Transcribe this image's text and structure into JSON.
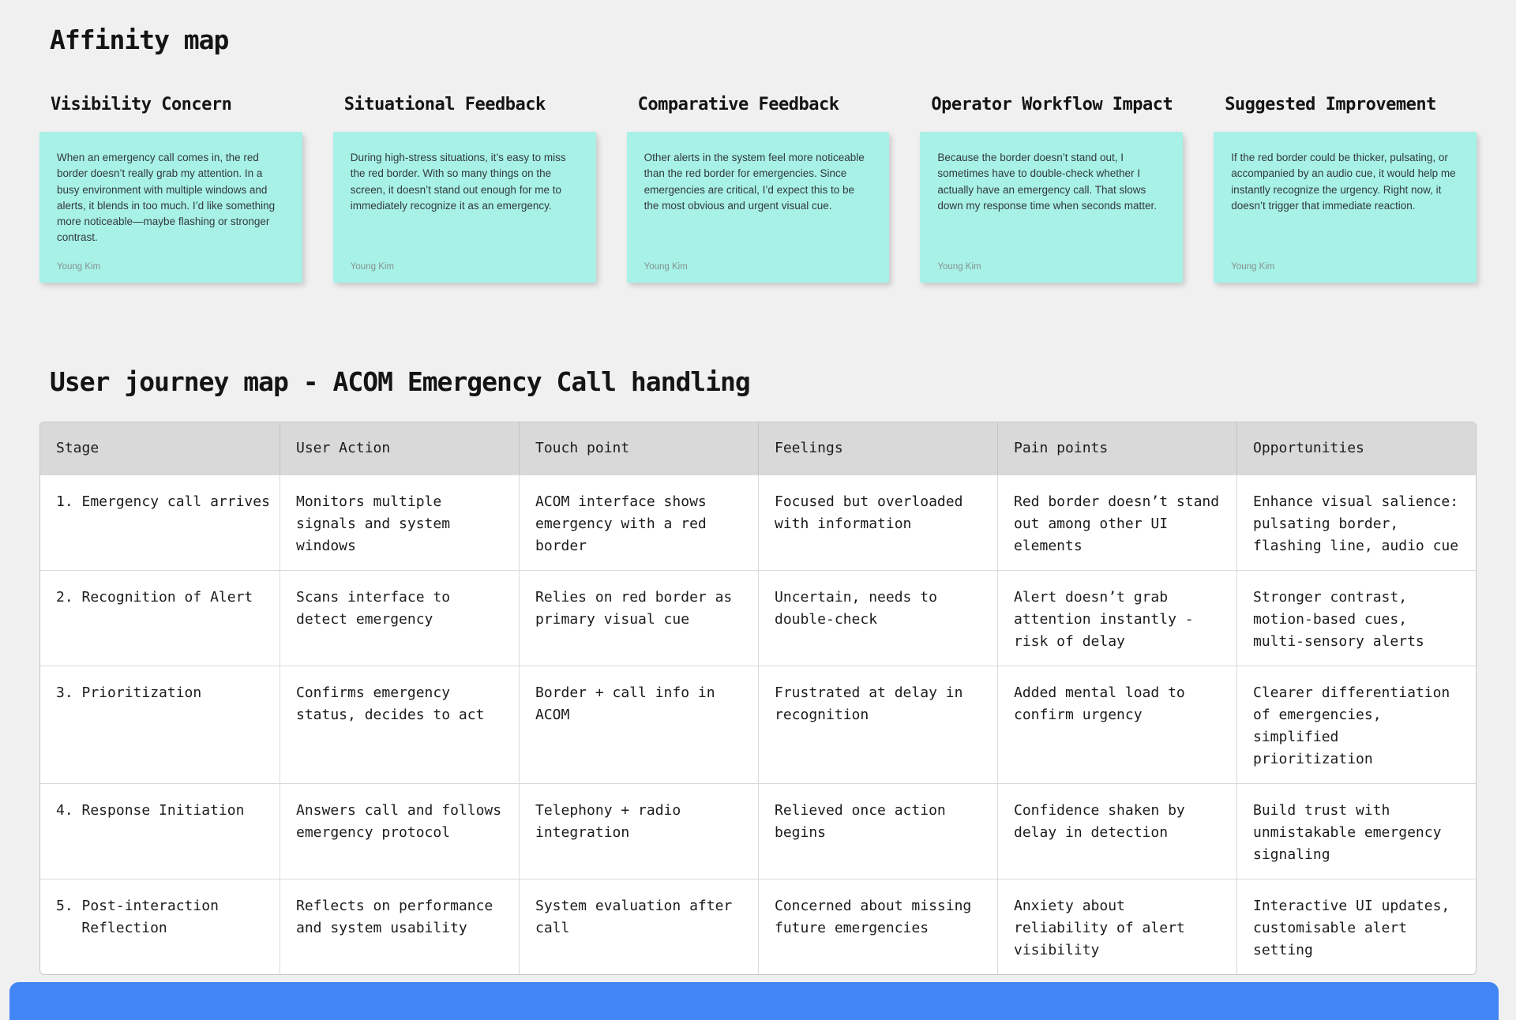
{
  "affinity": {
    "title": "Affinity map",
    "groups": [
      {
        "header": "Visibility Concern",
        "note_text": "When an emergency call comes in, the red border doesn’t really grab my attention. In a busy environment with multiple windows and alerts, it blends in too much. I’d like something more noticeable—maybe flashing or stronger contrast.",
        "author": "Young Kim"
      },
      {
        "header": "Situational Feedback",
        "note_text": "During high-stress situations, it’s easy to miss the red border. With so many things on the screen, it doesn’t stand out enough for me to immediately recognize it as an emergency.",
        "author": "Young Kim"
      },
      {
        "header": "Comparative Feedback",
        "note_text": "Other alerts in the system feel more noticeable than the red border for emergencies. Since emergencies are critical, I’d expect this to be the most obvious and urgent visual cue.",
        "author": "Young Kim"
      },
      {
        "header": "Operator Workflow Impact",
        "note_text": "Because the border doesn’t stand out, I sometimes have to double-check whether I actually have an emergency call. That slows down my response time when seconds matter.",
        "author": "Young Kim"
      },
      {
        "header": "Suggested Improvement",
        "note_text": "If the red border could be thicker, pulsating, or accompanied by an audio cue, it would help me instantly recognize the urgency. Right now, it doesn’t trigger that immediate reaction.",
        "author": "Young Kim"
      }
    ]
  },
  "journey": {
    "title": "User journey map - ACOM Emergency Call handling",
    "headers": [
      "Stage",
      "User Action",
      "Touch point",
      "Feelings",
      "Pain points",
      "Opportunities"
    ],
    "rows": [
      {
        "stage": "1. Emergency call arrives",
        "user_action": "Monitors multiple signals and system windows",
        "touch_point": "ACOM interface shows emergency with a red border",
        "feelings": "Focused but overloaded with information",
        "pain_points": "Red border doesn’t stand out among other UI elements",
        "opportunities": "Enhance visual salience: pulsating border, flashing line, audio cue"
      },
      {
        "stage": "2. Recognition of Alert",
        "user_action": "Scans interface to detect emergency",
        "touch_point": "Relies on red border as primary visual cue",
        "feelings": "Uncertain, needs to double-check",
        "pain_points": "Alert doesn’t grab attention instantly - risk of delay",
        "opportunities": "Stronger contrast, motion-based cues, multi-sensory alerts"
      },
      {
        "stage": "3. Prioritization",
        "user_action": "Confirms emergency status, decides to act",
        "touch_point": "Border + call info in ACOM",
        "feelings": "Frustrated at delay in recognition",
        "pain_points": "Added mental load to confirm urgency",
        "opportunities": "Clearer differentiation of emergencies, simplified prioritization"
      },
      {
        "stage": "4. Response Initiation",
        "user_action": "Answers call and follows emergency protocol",
        "touch_point": "Telephony + radio integration",
        "feelings": "Relieved once action begins",
        "pain_points": "Confidence shaken by delay in detection",
        "opportunities": "Build trust with unmistakable emergency signaling"
      },
      {
        "stage": "5. Post-interaction Reflection",
        "user_action": "Reflects on performance and system usability",
        "touch_point": "System evaluation after call",
        "feelings": "Concerned about missing future emergencies",
        "pain_points": "Anxiety about reliability of alert visibility",
        "opportunities": "Interactive UI updates, customisable alert setting"
      }
    ]
  },
  "colors": {
    "background": "#F0F0F1",
    "sticky": "#A7F1E6",
    "table_header_bg": "#D9D9D9",
    "accent_bar": "#4285F4"
  }
}
